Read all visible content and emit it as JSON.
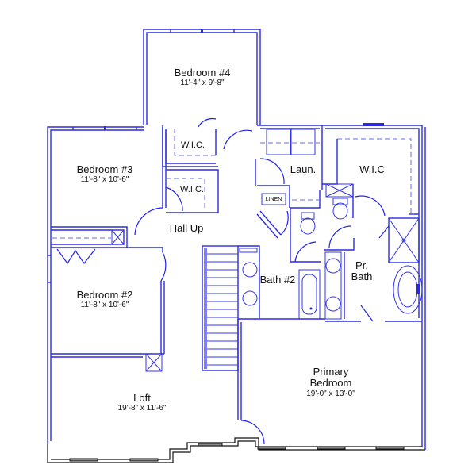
{
  "plan": {
    "wall_color": "#2a2ae6",
    "exterior_color": "#111111",
    "rooms": [
      {
        "id": "bedroom4",
        "name": "Bedroom #4",
        "dims": "11'-4\" x 9'-8\""
      },
      {
        "id": "bedroom3",
        "name": "Bedroom #3",
        "dims": "11'-8\" x 10'-6\""
      },
      {
        "id": "bedroom2",
        "name": "Bedroom #2",
        "dims": "11'-8\" x 10'-6\""
      },
      {
        "id": "loft",
        "name": "Loft",
        "dims": "19'-8\" x 11'-6\""
      },
      {
        "id": "primary",
        "name": "Primary",
        "name2": "Bedroom",
        "dims": "19'-0\" x 13'-0\""
      },
      {
        "id": "wic1",
        "name": "W.I.C."
      },
      {
        "id": "wic2",
        "name": "W.I.C."
      },
      {
        "id": "hall",
        "name": "Hall Up"
      },
      {
        "id": "laundry",
        "name": "Laun."
      },
      {
        "id": "wic3",
        "name": "W.I.C"
      },
      {
        "id": "linen",
        "name": "LINEN"
      },
      {
        "id": "bath2",
        "name": "Bath #2"
      },
      {
        "id": "prbath",
        "name": "Pr.",
        "name2": "Bath"
      }
    ]
  }
}
